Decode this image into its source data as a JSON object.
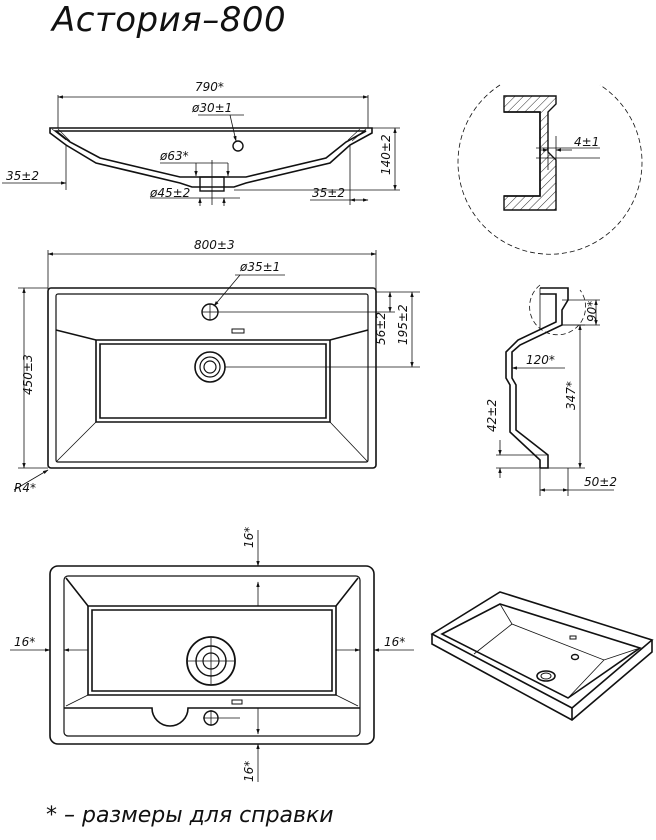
{
  "title": "Астория–800",
  "footnote": "*  –  размеры  для  справки",
  "dimensions": {
    "width_top": "790*",
    "hole_top": "ø30±1",
    "drain_outer": "ø63*",
    "drain_inner": "ø45±2",
    "side_left": "35±2",
    "side_right": "35±2",
    "height_section": "140±2",
    "detail_wall": "4±1",
    "width_plan": "800±3",
    "hole_plan": "ø35±1",
    "depth_plan": "450±3",
    "hole_offset_56": "56±2",
    "drain_offset_195": "195±2",
    "corner_radius": "R4*",
    "side_90": "90*",
    "side_120": "120*",
    "side_347": "347*",
    "side_42": "42±2",
    "side_50": "50±2",
    "bottom_top": "16*",
    "bottom_left": "16*",
    "bottom_right": "16*",
    "bottom_bottom": "16*"
  }
}
